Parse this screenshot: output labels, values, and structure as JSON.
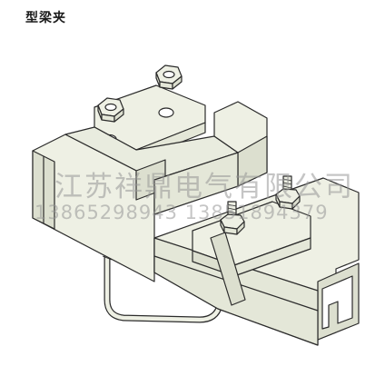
{
  "title": "型梁夹",
  "watermark": {
    "company": "江苏祥鼎电气有限公司",
    "phones": "13865298943  13851894379"
  },
  "colors": {
    "part_fill": "#eef0e4",
    "part_shade": "#dcdfcf",
    "outline": "#2b2b2b",
    "watermark": "#969696"
  },
  "icons": [
    "hex-nut-icon",
    "threaded-stud-icon",
    "u-bolt-icon",
    "clamp-plate-icon",
    "strut-channel-icon"
  ]
}
